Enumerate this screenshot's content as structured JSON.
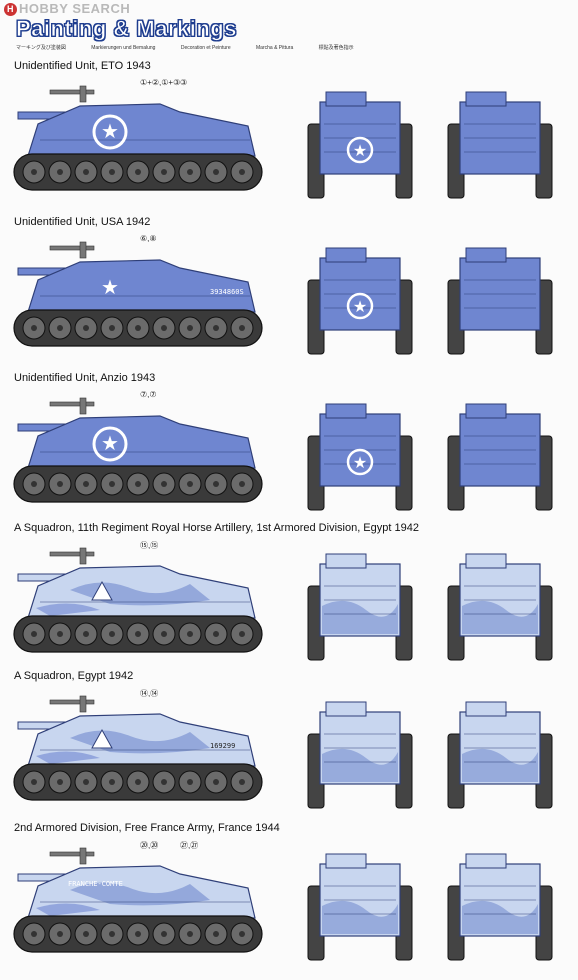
{
  "watermark": {
    "text": "HOBBY SEARCH",
    "logo": "H"
  },
  "header": {
    "title": "Painting & Markings",
    "subtitles": [
      "マーキング及び塗装図",
      "Markierungen und Bemalung",
      "Decoration et Peinture",
      "Marcha & Pittura",
      "標貼及著色指示"
    ]
  },
  "colors": {
    "blue": "#6f86d0",
    "blue_dark": "#2f3f78",
    "camo_light": "#c8d6ef",
    "camo_mid": "#8ea3d8"
  },
  "units": [
    {
      "title": "Unidentified Unit, ETO 1943",
      "callouts": [
        "①+②,①+③",
        "③"
      ],
      "serial": ""
    },
    {
      "title": "Unidentified Unit, USA 1942",
      "callouts": [
        "⑥,⑧"
      ],
      "serial": "3934860S"
    },
    {
      "title": "Unidentified Unit, Anzio 1943",
      "callouts": [
        "⑦,⑦"
      ],
      "serial": ""
    },
    {
      "title": "A Squadron, 11th Regiment Royal Horse Artillery, 1st Armored Division, Egypt 1942",
      "callouts": [
        "⑮,⑮"
      ],
      "serial": ""
    },
    {
      "title": "A Squadron, Egypt 1942",
      "callouts": [
        "⑭,⑭"
      ],
      "serial": "169299"
    },
    {
      "title": "2nd Armored Division, Free France Army, France 1944",
      "callouts": [
        "⑳,⑳",
        "㉗,㉗"
      ],
      "serial": "FRANCHE-COMTE"
    }
  ]
}
